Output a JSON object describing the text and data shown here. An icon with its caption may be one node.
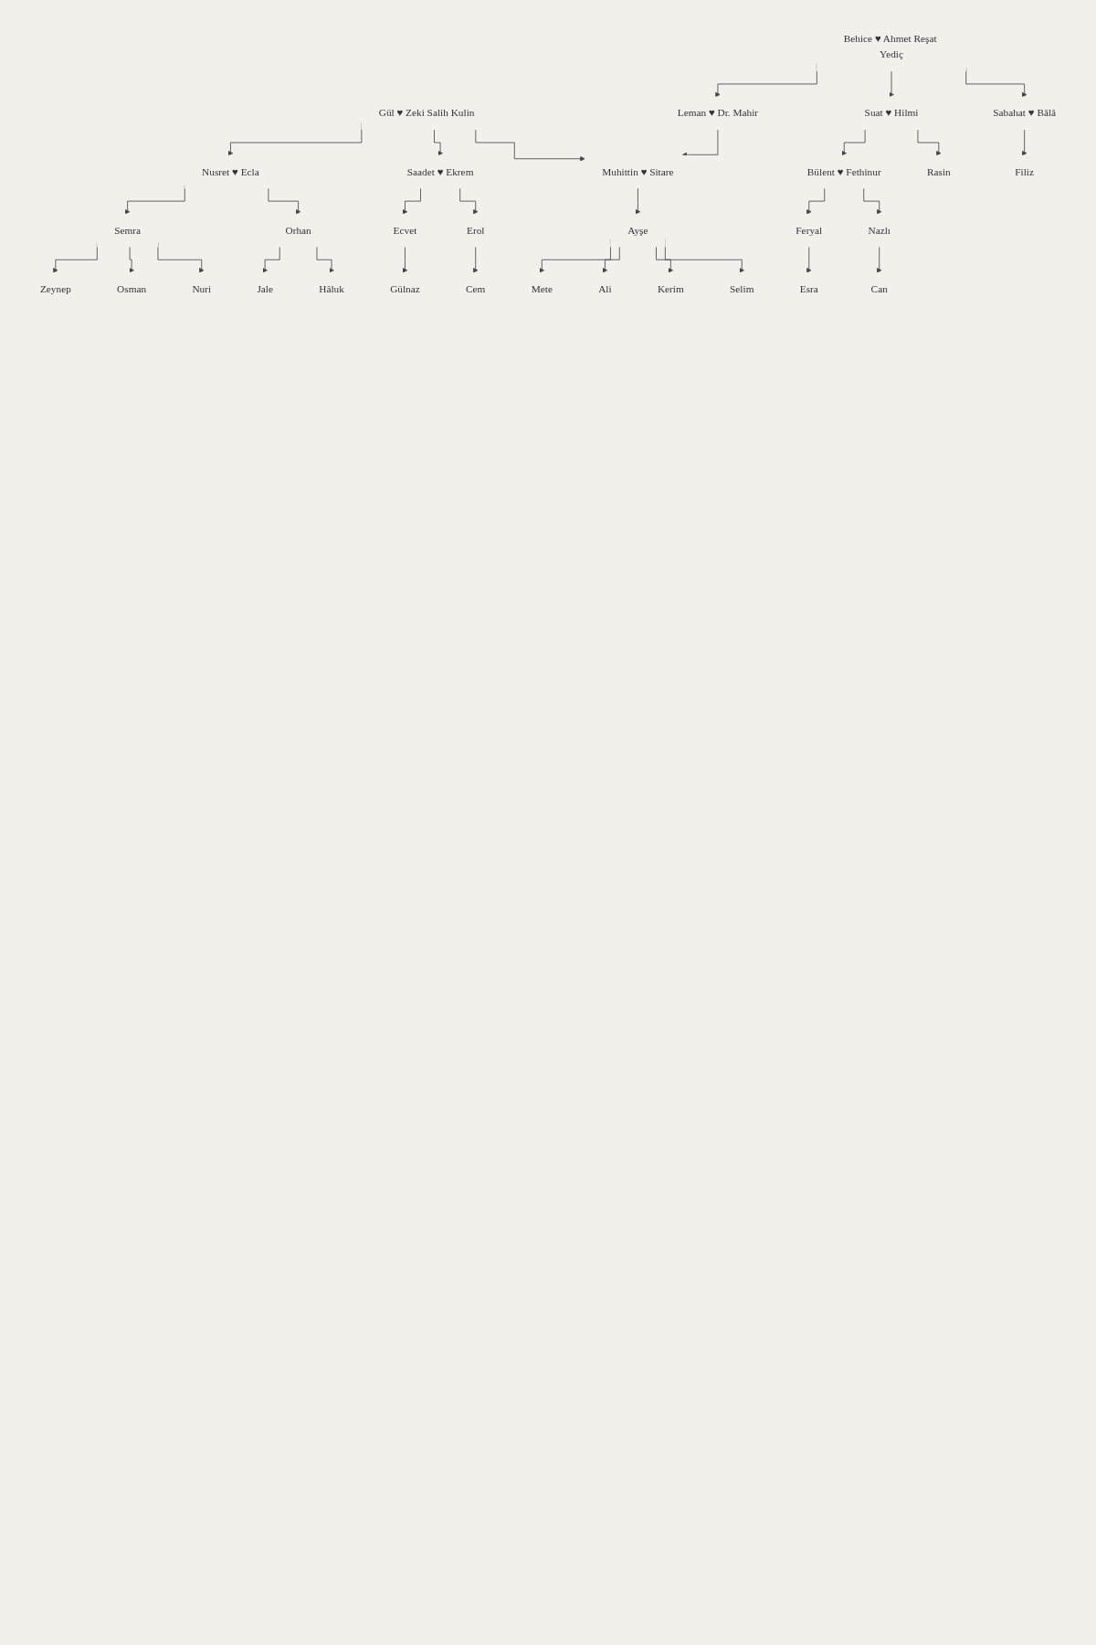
{
  "diagram": {
    "nodes": [
      {
        "text": [
          "Gül ♥ Zeki Salih Kulin"
        ]
      },
      {
        "text": [
          "Behice ♥ Ahmet Reşat Yediç"
        ]
      },
      {
        "text": [
          "Saadet ♥ Ekrem"
        ]
      },
      {
        "text": [
          "Leman ♥ Dr. Mahir"
        ]
      },
      {
        "text": [
          "Suat ♥ Hilmi"
        ]
      },
      {
        "text": [
          "Sabahat ♥ Bâlâ"
        ]
      },
      {
        "text": [
          "Ecvet"
        ]
      },
      {
        "text": [
          "Erol"
        ]
      },
      {
        "text": [
          "Bülent ♥ Fethinur"
        ]
      },
      {
        "text": [
          "Rasin"
        ]
      },
      {
        "text": [
          "Filiz"
        ]
      },
      {
        "text": [
          "Nusret ♥ Ecla"
        ]
      },
      {
        "text": [
          "Gülnaz"
        ]
      },
      {
        "text": [
          "Cem"
        ]
      },
      {
        "text": [
          "Muhittin ♥ Sitare"
        ]
      },
      {
        "text": [
          "Feryal"
        ]
      },
      {
        "text": [
          "Nazlı"
        ]
      },
      {
        "text": [
          "Semra"
        ]
      },
      {
        "text": [
          "Orhan"
        ]
      },
      {
        "text": [
          "Ayşe"
        ]
      },
      {
        "text": [
          "Esra"
        ]
      },
      {
        "text": [
          "Can"
        ]
      },
      {
        "text": [
          "Zeynep"
        ]
      },
      {
        "text": [
          "Nuri"
        ]
      },
      {
        "text": [
          "Jale"
        ]
      },
      {
        "text": [
          "Hâluk"
        ]
      },
      {
        "text": [
          "Mete"
        ]
      },
      {
        "text": [
          "Ali"
        ]
      },
      {
        "text": [
          "Kerim"
        ]
      },
      {
        "text": [
          "Selim"
        ]
      },
      {
        "text": [
          "Osman"
        ]
      }
    ],
    "edges": [
      {
        "from": 0,
        "to": 11,
        "arrow": "to"
      },
      {
        "from": 0,
        "to": 2,
        "arrow": "to"
      },
      {
        "from": 0,
        "to": 14,
        "arrow": "to"
      },
      {
        "from": 2,
        "to": 6,
        "arrow": "to"
      },
      {
        "from": 2,
        "to": 7,
        "arrow": "to"
      },
      {
        "from": 6,
        "to": 12,
        "arrow": "to"
      },
      {
        "from": 7,
        "to": 13,
        "arrow": "to"
      },
      {
        "from": 11,
        "to": 17,
        "arrow": "to"
      },
      {
        "from": 11,
        "to": 18,
        "arrow": "to"
      },
      {
        "from": 17,
        "to": 22,
        "arrow": "to"
      },
      {
        "from": 17,
        "to": 30,
        "arrow": "to"
      },
      {
        "from": 17,
        "to": 23,
        "arrow": "to"
      },
      {
        "from": 18,
        "to": 24,
        "arrow": "to"
      },
      {
        "from": 18,
        "to": 25,
        "arrow": "to"
      },
      {
        "from": 14,
        "to": 19,
        "arrow": "to"
      },
      {
        "from": 19,
        "to": 26,
        "arrow": "to"
      },
      {
        "from": 19,
        "to": 27,
        "arrow": "to"
      },
      {
        "from": 19,
        "to": 28,
        "arrow": "to"
      },
      {
        "from": 19,
        "to": 29,
        "arrow": "to"
      },
      {
        "from": 1,
        "to": 3,
        "arrow": "to"
      },
      {
        "from": 1,
        "to": 4,
        "arrow": "to"
      },
      {
        "from": 1,
        "to": 5,
        "arrow": "to"
      },
      {
        "from": 3,
        "to": 14,
        "arrow": "to"
      },
      {
        "from": 4,
        "to": 8,
        "arrow": "to"
      },
      {
        "from": 4,
        "to": 9,
        "arrow": "to"
      },
      {
        "from": 5,
        "to": 10,
        "arrow": "to"
      },
      {
        "from": 8,
        "to": 15,
        "arrow": "to"
      },
      {
        "from": 8,
        "to": 16,
        "arrow": "to"
      },
      {
        "from": 15,
        "to": 20,
        "arrow": "to"
      },
      {
        "from": 16,
        "to": 21,
        "arrow": "to"
      }
    ]
  }
}
